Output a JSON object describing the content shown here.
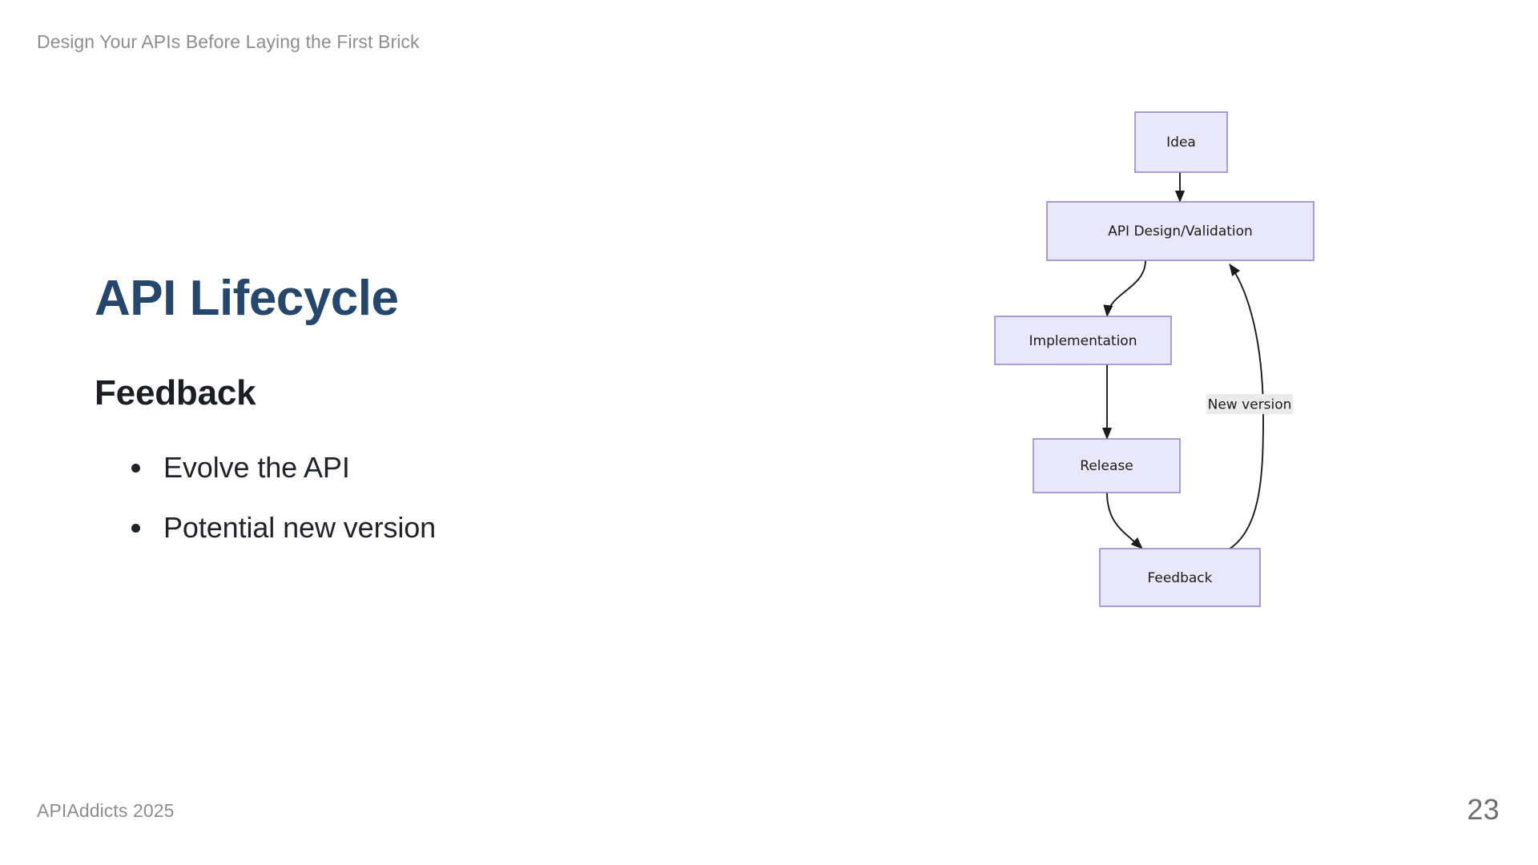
{
  "slide": {
    "header": "Design Your APIs Before Laying the First Brick",
    "title": "API Lifecycle",
    "subtitle": "Feedback",
    "bullets": [
      {
        "text": "Evolve the API"
      },
      {
        "text": "Potential new version"
      }
    ],
    "footer_left": "APIAddicts 2025",
    "page_number": "23"
  },
  "colors": {
    "title": "#24476b",
    "subtitle": "#1b1f24",
    "body_text": "#1f2328",
    "muted": "#8d8d8d",
    "node_fill": "#e8e8fa",
    "node_stroke": "#9a86c8",
    "edge_stroke": "#1b1b1b",
    "edge_label_bg": "#ebebeb",
    "background": "#ffffff"
  },
  "diagram": {
    "type": "flowchart",
    "nodes": [
      {
        "id": "idea",
        "label": "Idea"
      },
      {
        "id": "design",
        "label": "API Design/Validation"
      },
      {
        "id": "implementation",
        "label": "Implementation"
      },
      {
        "id": "release",
        "label": "Release"
      },
      {
        "id": "feedback",
        "label": "Feedback"
      }
    ],
    "edges": [
      {
        "from": "idea",
        "to": "design",
        "label": ""
      },
      {
        "from": "design",
        "to": "implementation",
        "label": ""
      },
      {
        "from": "implementation",
        "to": "release",
        "label": ""
      },
      {
        "from": "release",
        "to": "feedback",
        "label": ""
      },
      {
        "from": "feedback",
        "to": "design",
        "label": "New version"
      }
    ]
  }
}
